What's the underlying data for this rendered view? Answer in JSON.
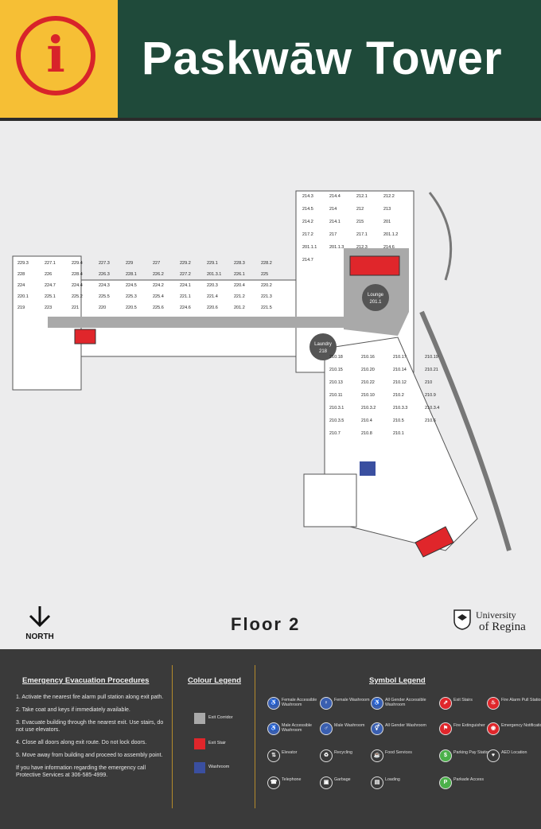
{
  "header": {
    "info_icon_letter": "i",
    "title": "Paskwāw Tower",
    "colors": {
      "green": "#1f4a3a",
      "yellow": "#f6bf35",
      "red": "#d8232a"
    }
  },
  "map": {
    "floor_label": "Floor 2",
    "north_label": "NORTH",
    "university": {
      "line1": "University",
      "line2": "of Regina"
    },
    "lounge": {
      "name": "Lounge",
      "number": "201.1"
    },
    "laundry": {
      "name": "Laundry",
      "number": "218"
    },
    "rooms": {
      "west_wing": [
        "229.3",
        "227.1",
        "229.4",
        "227.3",
        "229",
        "227",
        "229.2",
        "229.1",
        "228.3",
        "228.2",
        "228",
        "226",
        "228.4",
        "226.3",
        "228.1",
        "226.2",
        "227.2",
        "201.3.1",
        "226.1",
        "225",
        "224",
        "224.7",
        "224.4",
        "224.3",
        "224.5",
        "224.2",
        "224.1",
        "220.3",
        "220.4",
        "220.2",
        "220.1",
        "225.1",
        "225.2",
        "225.5",
        "225.3",
        "225.4",
        "221.1",
        "221.4",
        "221.2",
        "221.3",
        "219",
        "223",
        "221",
        "220",
        "220.5",
        "225.6",
        "224.6",
        "220.6",
        "201.2",
        "221.5"
      ],
      "north_block": [
        "214.3",
        "214.4",
        "212.1",
        "212.2",
        "214.5",
        "214",
        "212",
        "213",
        "214.2",
        "214.1",
        "215",
        "201",
        "217.2",
        "217",
        "217.1",
        "201.1.2",
        "201.1.1",
        "201.1.3",
        "212.3",
        "214.6",
        "214.7"
      ],
      "east_wing": [
        "210.18",
        "210.16",
        "210.17",
        "210.19",
        "210.15",
        "210.20",
        "210.14",
        "210.21",
        "210.13",
        "210.22",
        "210.12",
        "210",
        "210.11",
        "210.10",
        "210.2",
        "210.9",
        "210.3.1",
        "210.3.2",
        "210.3.3",
        "210.3.4",
        "210.3.5",
        "210.4",
        "210.5",
        "210.6",
        "210.7",
        "210.8",
        "210.1"
      ]
    }
  },
  "procedures": {
    "title": "Emergency Evacuation Procedures",
    "steps": [
      "1. Activate the nearest fire alarm pull station along exit path.",
      "2. Take coat and keys if immediately available.",
      "3. Evacuate building through the nearest exit. Use stairs, do not use elevators.",
      "4. Close all doors along exit route. Do not lock doors.",
      "5. Move away from building and proceed to assembly point.",
      "If you have information regarding the emergency call Protective Services at 306-585-4999."
    ]
  },
  "colour_legend": {
    "title": "Colour Legend",
    "items": [
      {
        "label": "Exit Corridor",
        "color": "#a9a9a9"
      },
      {
        "label": "Exit Stair",
        "color": "#e0262b"
      },
      {
        "label": "Washroom",
        "color": "#3a4fa0"
      }
    ]
  },
  "symbol_legend": {
    "title": "Symbol Legend",
    "items": [
      {
        "label": "Female Accessible Washroom",
        "icon": "female-accessible-icon",
        "color": "#3a5fb0"
      },
      {
        "label": "Female Washroom",
        "icon": "female-icon",
        "color": "#3a5fb0"
      },
      {
        "label": "All Gender Accessible Washroom",
        "icon": "all-gender-accessible-icon",
        "color": "#3a5fb0"
      },
      {
        "label": "Exit Stairs",
        "icon": "exit-stairs-icon",
        "color": "#e0262b"
      },
      {
        "label": "Fire Alarm Pull Station",
        "icon": "fire-alarm-icon",
        "color": "#e0262b"
      },
      {
        "label": "Male Accessible Washroom",
        "icon": "male-accessible-icon",
        "color": "#3a5fb0"
      },
      {
        "label": "Male Washroom",
        "icon": "male-icon",
        "color": "#3a5fb0"
      },
      {
        "label": "All Gender Washroom",
        "icon": "all-gender-icon",
        "color": "#3a5fb0"
      },
      {
        "label": "Fire Extinguisher",
        "icon": "fire-extinguisher-icon",
        "color": "#e0262b"
      },
      {
        "label": "Emergency Notification",
        "icon": "emergency-notification-icon",
        "color": "#e0262b"
      },
      {
        "label": "Elevator",
        "icon": "elevator-icon",
        "color": "#3a3a3a"
      },
      {
        "label": "Recycling",
        "icon": "recycling-icon",
        "color": "#3a3a3a"
      },
      {
        "label": "Food Services",
        "icon": "food-services-icon",
        "color": "#3a3a3a"
      },
      {
        "label": "Parking Pay Station",
        "icon": "parking-pay-icon",
        "color": "#4bb04a"
      },
      {
        "label": "AED Location",
        "icon": "aed-icon",
        "color": "#3a3a3a"
      },
      {
        "label": "Telephone",
        "icon": "telephone-icon",
        "color": "#3a3a3a"
      },
      {
        "label": "Garbage",
        "icon": "garbage-icon",
        "color": "#3a3a3a"
      },
      {
        "label": "Loading",
        "icon": "loading-icon",
        "color": "#3a3a3a"
      },
      {
        "label": "Parkade Access",
        "icon": "parkade-icon",
        "color": "#4bb04a"
      }
    ]
  }
}
